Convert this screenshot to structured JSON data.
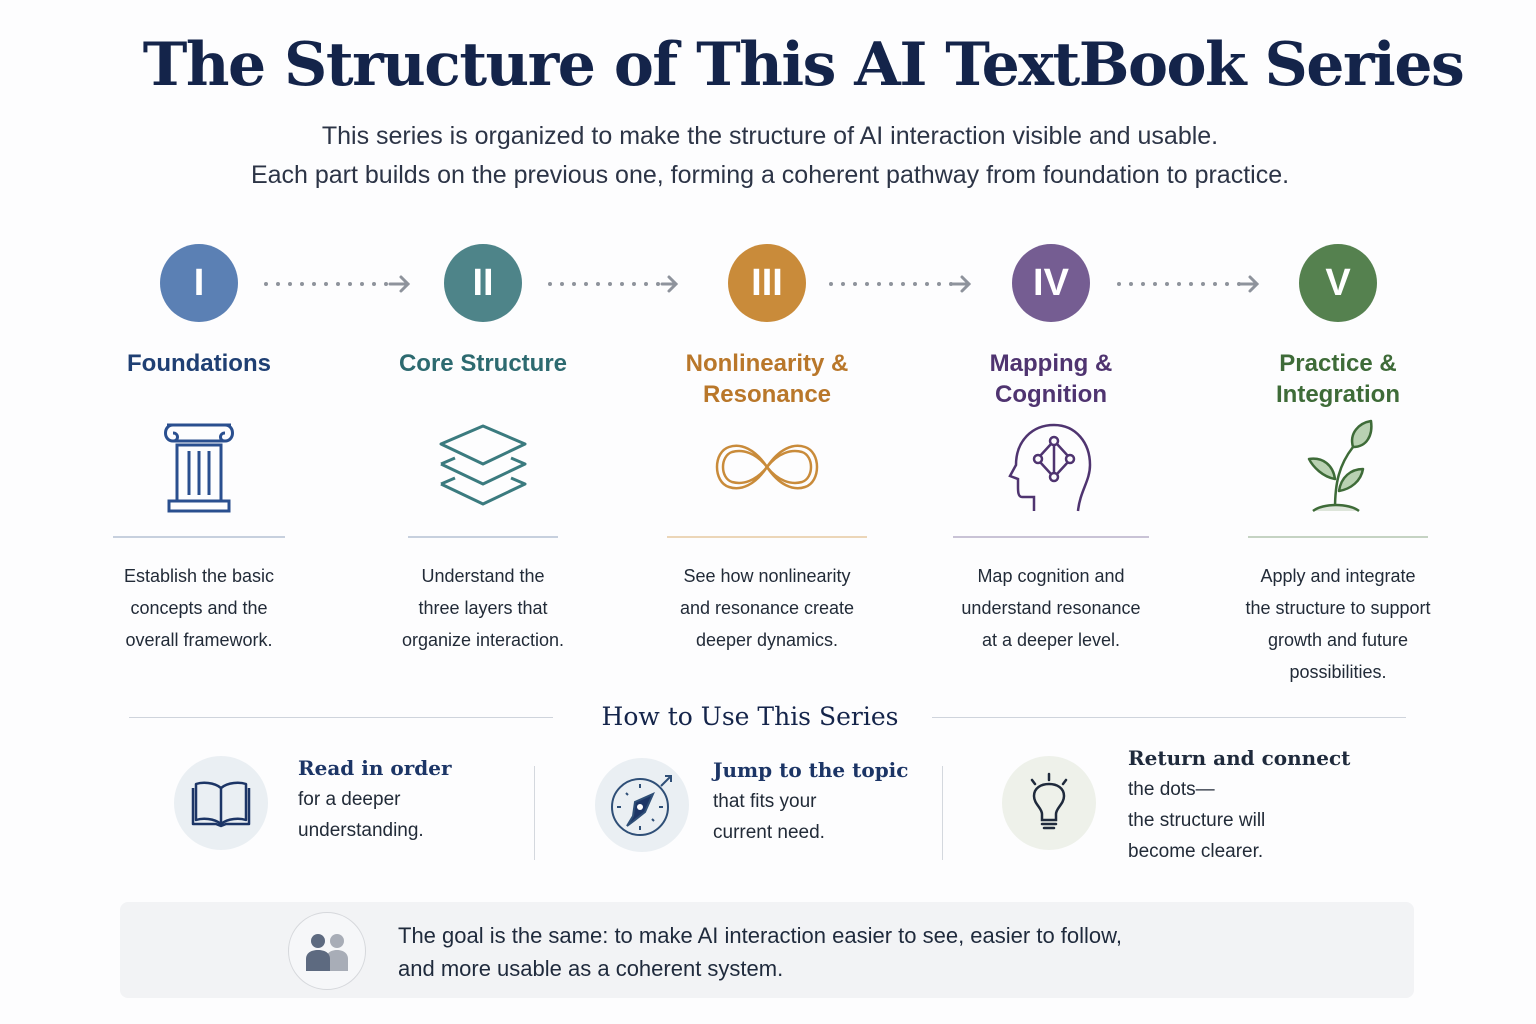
{
  "header": {
    "title": "The Structure of This AI TextBook Series",
    "subtitle_line1": "This series is organized to make the structure of AI interaction visible and usable.",
    "subtitle_line2": "Each part builds on the previous one, forming a coherent pathway from foundation to practice."
  },
  "steps": [
    {
      "numeral": "I",
      "title_line1": "Foundations",
      "title_line2": "",
      "icon": "column-icon",
      "color": "#5b80b4",
      "text_color": "#1f3f73",
      "desc": [
        "Establish the basic",
        "concepts and the",
        "overall framework."
      ]
    },
    {
      "numeral": "II",
      "title_line1": "Core Structure",
      "title_line2": "",
      "icon": "layers-icon",
      "color": "#4e8489",
      "text_color": "#2d6a70",
      "desc": [
        "Understand the",
        "three layers that",
        "organize interaction."
      ]
    },
    {
      "numeral": "III",
      "title_line1": "Nonlinearity &",
      "title_line2": "Resonance",
      "icon": "infinity-icon",
      "color": "#c98b3a",
      "text_color": "#b9772a",
      "desc": [
        "See how nonlinearity",
        "and resonance create",
        "deeper dynamics."
      ]
    },
    {
      "numeral": "IV",
      "title_line1": "Mapping &",
      "title_line2": "Cognition",
      "icon": "head-network-icon",
      "color": "#755d92",
      "text_color": "#4f3470",
      "desc": [
        "Map cognition and",
        "understand resonance",
        "at a deeper level."
      ]
    },
    {
      "numeral": "V",
      "title_line1": "Practice &",
      "title_line2": "Integration",
      "icon": "sprout-icon",
      "color": "#55814f",
      "text_color": "#3e6b38",
      "desc": [
        "Apply and integrate",
        "the structure to support",
        "growth and future",
        "possibilities."
      ]
    }
  ],
  "howto": {
    "title": "How to Use This Series",
    "items": [
      {
        "icon": "open-book-icon",
        "heading": "Read in order",
        "body": [
          "for a deeper",
          "understanding."
        ]
      },
      {
        "icon": "compass-icon",
        "heading": "Jump to the topic",
        "body": [
          "that fits your",
          "current need."
        ]
      },
      {
        "icon": "lightbulb-icon",
        "heading": "Return and connect",
        "body": [
          "the dots—",
          "the structure will",
          "become clearer."
        ]
      }
    ]
  },
  "goal": {
    "icon": "people-icon",
    "line1": "The goal is the same: to make AI interaction easier to see, easier to follow,",
    "line2": "and more usable as a coherent system."
  }
}
